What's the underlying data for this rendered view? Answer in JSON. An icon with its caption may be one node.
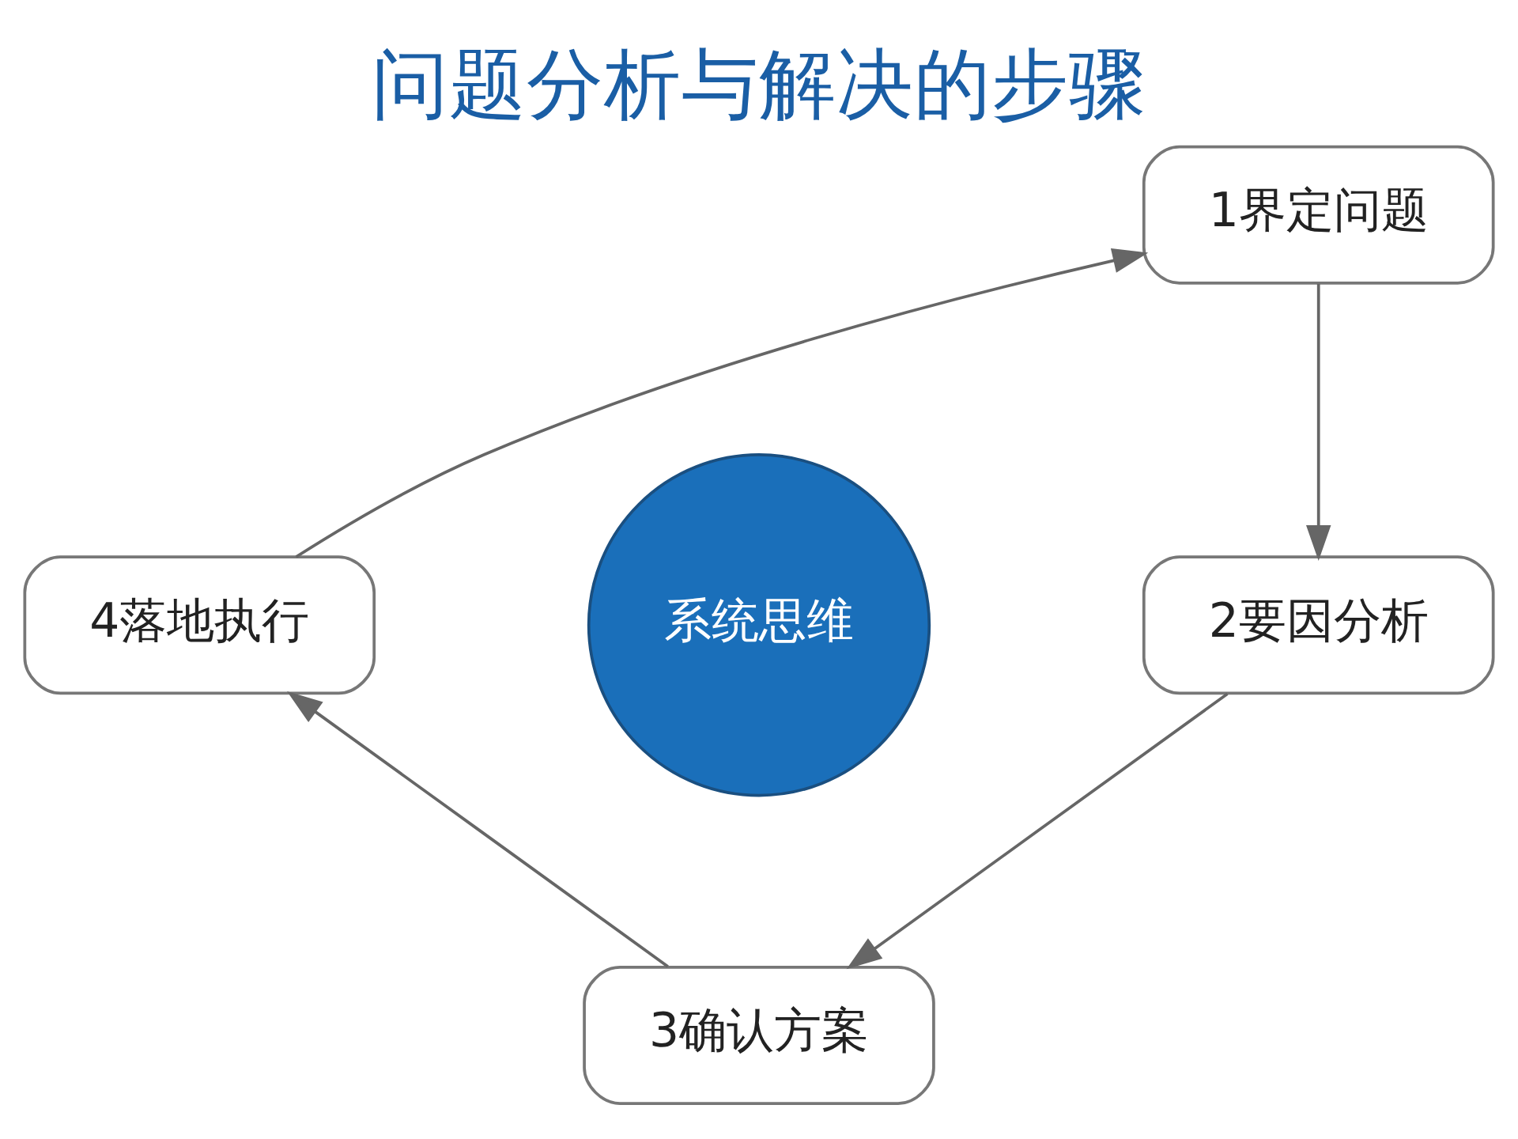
{
  "diagram": {
    "title": "问题分析与解决的步骤",
    "nodes": [
      {
        "text": [
          "1界定问题"
        ]
      },
      {
        "text": [
          "2要因分析"
        ]
      },
      {
        "text": [
          "3确认方案"
        ]
      },
      {
        "text": [
          "4落地执行"
        ]
      },
      {
        "text": [
          "系统思维"
        ]
      }
    ],
    "edges": [
      {
        "from": 0,
        "to": 1,
        "arrow": "to"
      },
      {
        "from": 1,
        "to": 2,
        "arrow": "to"
      },
      {
        "from": 2,
        "to": 3,
        "arrow": "to"
      },
      {
        "from": 3,
        "to": 0,
        "arrow": "to"
      }
    ]
  }
}
